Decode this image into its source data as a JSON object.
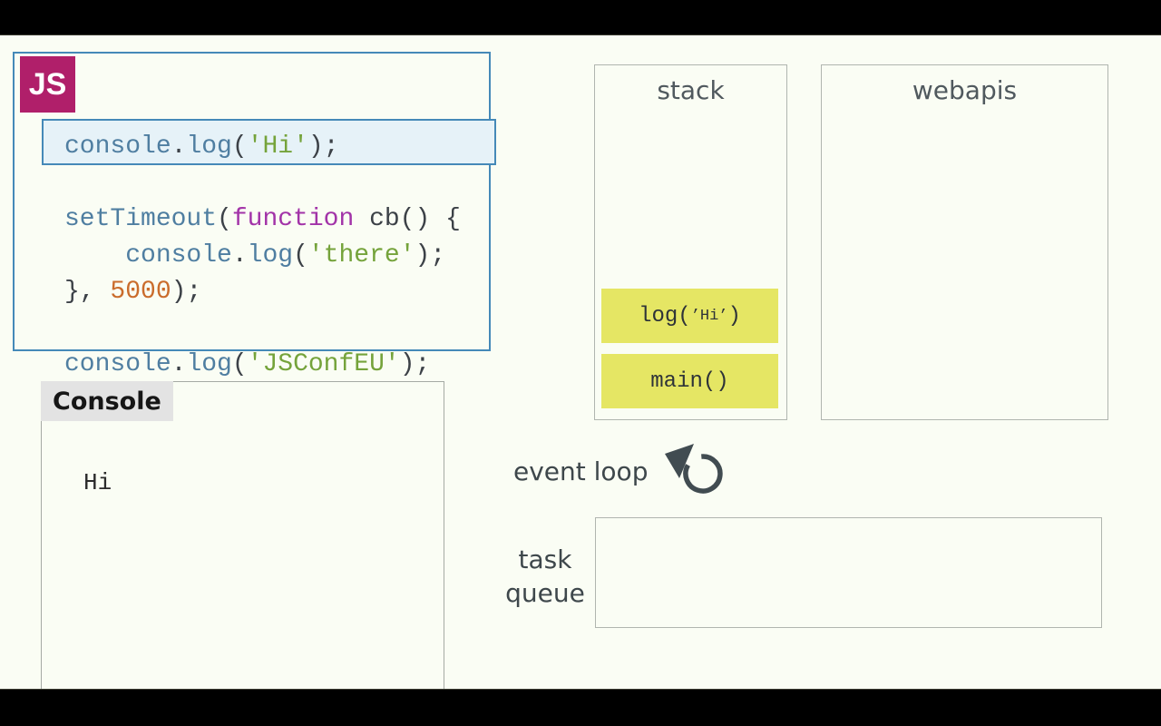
{
  "colors": {
    "page_bg": "#fafdf4",
    "panel_border": "#4589b8",
    "highlight_bg": "#e6f2f8",
    "ident": "#4f7ea1",
    "punct": "#3c4147",
    "string": "#75a33b",
    "keyword": "#a233a8",
    "number": "#ca6c2c",
    "logo_bg": "#b01f6a",
    "logo_text": "#ffffff",
    "frame_bg": "#e5e664",
    "frame_text": "#2e3338",
    "box_border": "#b0b5af",
    "box_title": "#50595e",
    "label_text": "#3e474b",
    "console_border": "#a5aaa4",
    "console_label_bg": "#e3e3e3",
    "console_label_text": "#161616",
    "console_text": "#2b2b2b",
    "icon": "#414c51"
  },
  "logo": {
    "text": "JS"
  },
  "code_panel": {
    "active_line_index": 0,
    "lines": [
      {
        "tokens": [
          [
            "console",
            "ident"
          ],
          [
            ".",
            "punct"
          ],
          [
            "log",
            "ident"
          ],
          [
            "(",
            "punct"
          ],
          [
            "'Hi'",
            "string"
          ],
          [
            ");",
            "punct"
          ]
        ]
      },
      {
        "tokens": []
      },
      {
        "tokens": [
          [
            "setTimeout",
            "ident"
          ],
          [
            "(",
            "punct"
          ],
          [
            "function",
            "keyword"
          ],
          [
            " cb() {",
            "punct"
          ]
        ]
      },
      {
        "tokens": [
          [
            "    ",
            "punct"
          ],
          [
            "console",
            "ident"
          ],
          [
            ".",
            "punct"
          ],
          [
            "log",
            "ident"
          ],
          [
            "(",
            "punct"
          ],
          [
            "'there'",
            "string"
          ],
          [
            ");",
            "punct"
          ]
        ]
      },
      {
        "tokens": [
          [
            "}, ",
            "punct"
          ],
          [
            "5000",
            "number"
          ],
          [
            ");",
            "punct"
          ]
        ]
      },
      {
        "tokens": []
      },
      {
        "tokens": [
          [
            "console",
            "ident"
          ],
          [
            ".",
            "punct"
          ],
          [
            "log",
            "ident"
          ],
          [
            "(",
            "punct"
          ],
          [
            "'JSConfEU'",
            "string"
          ],
          [
            ");",
            "punct"
          ]
        ]
      }
    ]
  },
  "console": {
    "title": "Console",
    "lines": [
      "Hi"
    ]
  },
  "stack": {
    "title": "stack",
    "frames": [
      {
        "parts": [
          [
            "log(",
            false
          ],
          [
            "’Hi’",
            true
          ],
          [
            ")",
            false
          ]
        ]
      },
      {
        "parts": [
          [
            "main()",
            false
          ]
        ]
      }
    ]
  },
  "webapis": {
    "title": "webapis",
    "items": []
  },
  "event_loop": {
    "label": "event loop",
    "icon": "rotate-counterclockwise-icon"
  },
  "task_queue": {
    "label_line1": "task",
    "label_line2": "queue",
    "items": []
  }
}
